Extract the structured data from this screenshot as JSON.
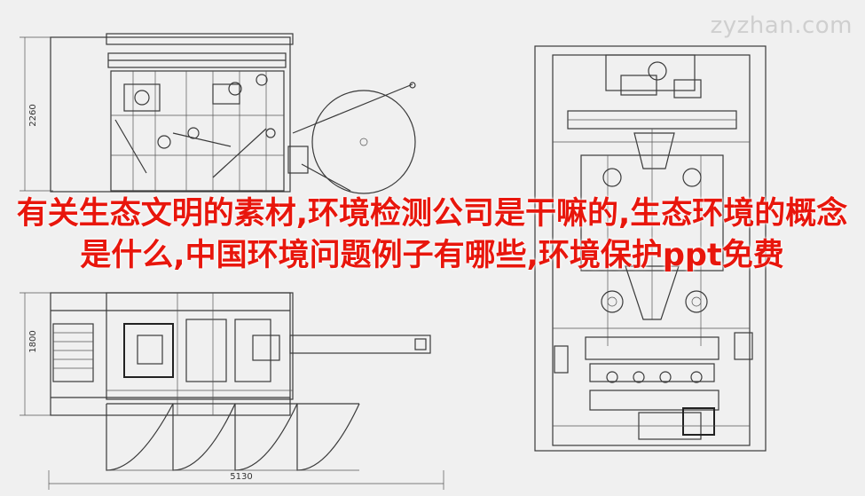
{
  "watermark": "zyzhan.com",
  "dimensions": {
    "height_top": "2260",
    "height_bottom": "1800",
    "width_total": "5130"
  },
  "headline": "有关生态文明的素材,环境检测公司是干嘛的,生态环境的概念是什么,中国环境问题例子有哪些,环境保护ppt免费",
  "colors": {
    "background": "#f0f0f0",
    "headline": "#e8160c",
    "line": "#3a3a3a"
  }
}
